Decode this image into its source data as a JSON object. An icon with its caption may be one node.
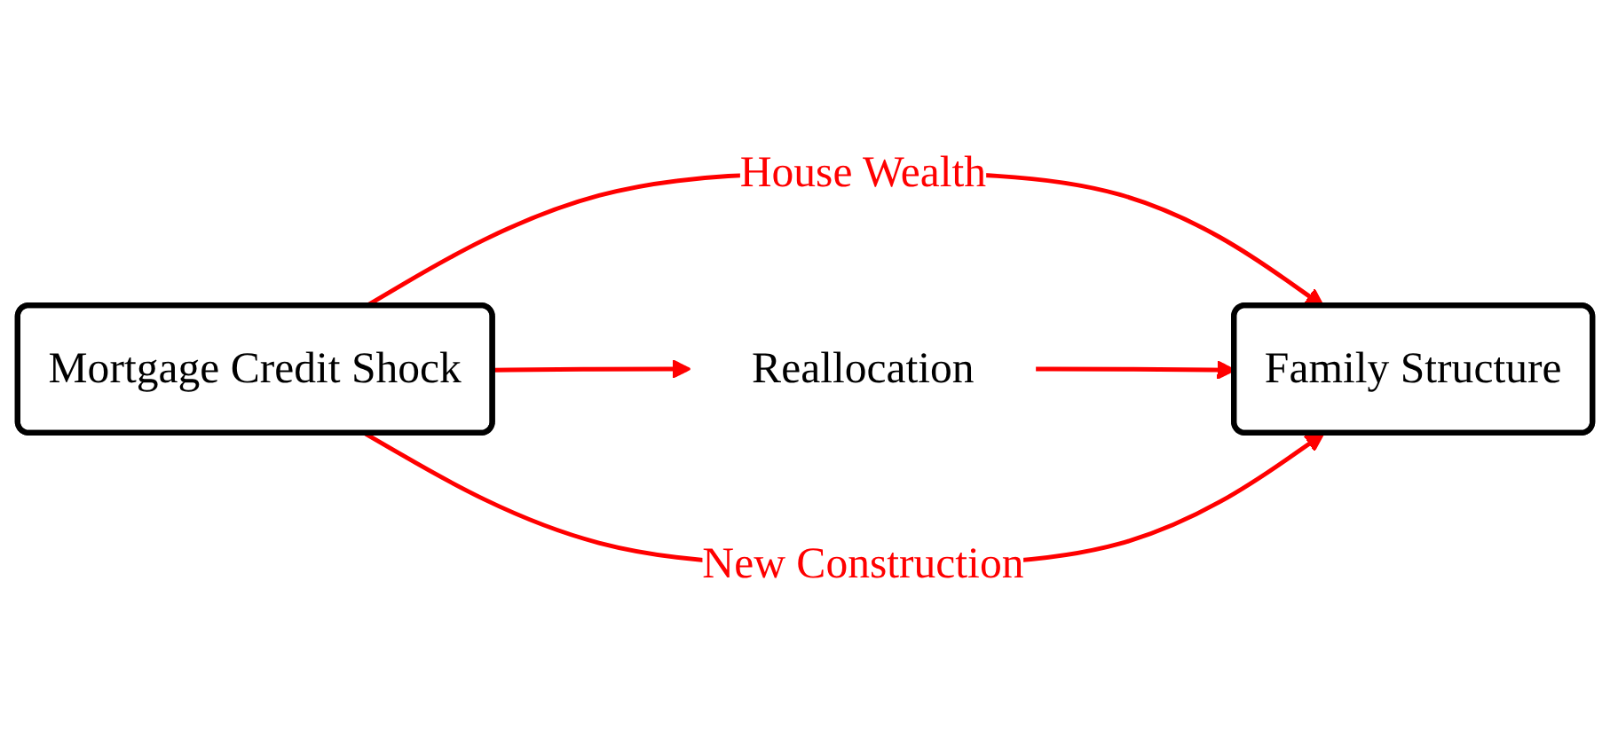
{
  "diagram": {
    "nodes": [
      {
        "text": [
          "Mortgage Credit Shock"
        ]
      },
      {
        "text": [
          "Family Structure"
        ]
      },
      {
        "text": [
          "Reallocation"
        ]
      }
    ],
    "edges": [
      {
        "from": 0,
        "to": 1,
        "arrow": "to",
        "label": "House Wealth"
      },
      {
        "from": 0,
        "to": 2,
        "arrow": "to"
      },
      {
        "from": 2,
        "to": 1,
        "arrow": "to"
      },
      {
        "from": 0,
        "to": 1,
        "arrow": "to",
        "label": "New Construction"
      }
    ]
  }
}
